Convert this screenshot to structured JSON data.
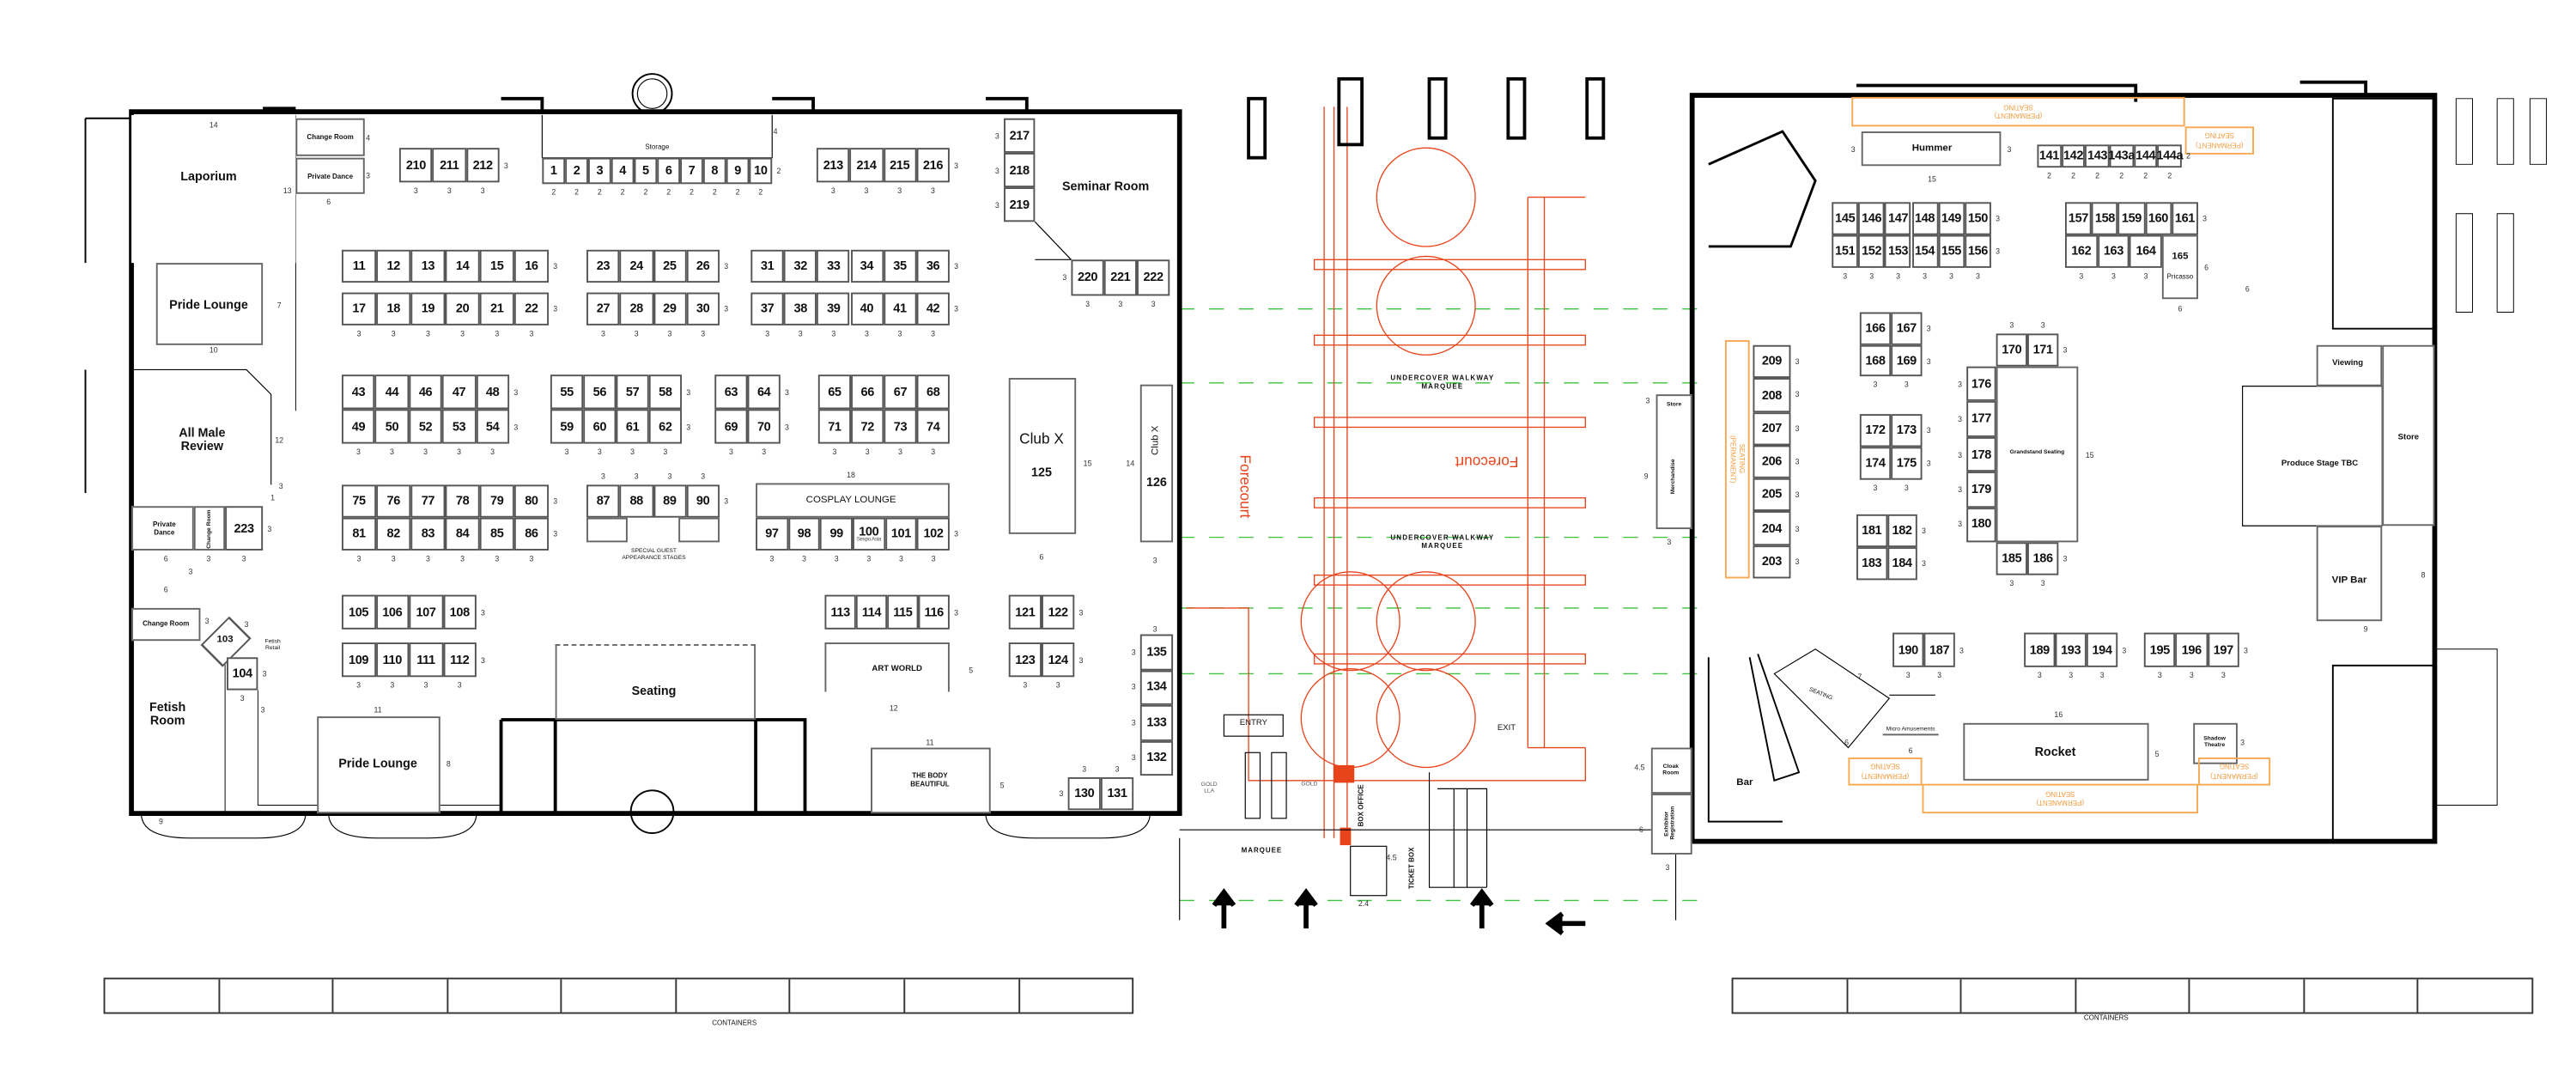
{
  "booth_groups": [
    {
      "cells": [
        "210",
        "211",
        "212"
      ],
      "below": "3",
      "side": "3"
    },
    {
      "cells": [
        "1",
        "2",
        "3",
        "4",
        "5",
        "6",
        "7",
        "8",
        "9",
        "10"
      ],
      "below": "2",
      "side": "2"
    },
    {
      "cells": [
        "213",
        "214",
        "215",
        "216"
      ],
      "below": "3",
      "side": "3"
    },
    {
      "cells": [
        "217",
        "218",
        "219"
      ],
      "side": "3"
    },
    {
      "cells": [
        "220",
        "221",
        "222"
      ],
      "below": "3",
      "side": "3"
    },
    {
      "cells": [
        "11",
        "12",
        "13",
        "14",
        "15",
        "16"
      ],
      "side": "3"
    },
    {
      "cells": [
        "17",
        "18",
        "19",
        "20",
        "21",
        "22"
      ],
      "below": "3",
      "side": "3"
    },
    {
      "cells": [
        "23",
        "24",
        "25",
        "26"
      ],
      "side": "3"
    },
    {
      "cells": [
        "27",
        "28",
        "29",
        "30"
      ],
      "below": "3",
      "side": "3"
    },
    {
      "cells": [
        "31",
        "32",
        "33",
        "34",
        "35",
        "36"
      ],
      "side": "3"
    },
    {
      "cells": [
        "37",
        "38",
        "39",
        "40",
        "41",
        "42"
      ],
      "below": "3",
      "side": "3"
    },
    {
      "cells": [
        "43",
        "44",
        "46",
        "47",
        "48"
      ],
      "side": "3"
    },
    {
      "cells": [
        "49",
        "50",
        "52",
        "53",
        "54"
      ],
      "below": "3",
      "side": "3"
    },
    {
      "cells": [
        "55",
        "56",
        "57",
        "58"
      ],
      "side": "3"
    },
    {
      "cells": [
        "59",
        "60",
        "61",
        "62"
      ],
      "below": "3",
      "side": "3"
    },
    {
      "cells": [
        "63",
        "64"
      ],
      "side": "3"
    },
    {
      "cells": [
        "69",
        "70"
      ],
      "below": "3",
      "side": "3"
    },
    {
      "cells": [
        "65",
        "66",
        "67",
        "68"
      ]
    },
    {
      "cells": [
        "71",
        "72",
        "73",
        "74"
      ],
      "below": "3"
    },
    {
      "cells": [
        "75",
        "76",
        "77",
        "78",
        "79",
        "80"
      ],
      "side": "3"
    },
    {
      "cells": [
        "81",
        "82",
        "83",
        "84",
        "85",
        "86"
      ],
      "below": "3",
      "side": "3"
    },
    {
      "cells": [
        "87",
        "88",
        "89",
        "90"
      ],
      "above": "3",
      "side": "3"
    },
    {
      "cells": [
        "97",
        "98",
        "99",
        {
          "n": "100",
          "sub": "Sexpo Asia"
        },
        "101",
        "102"
      ],
      "below": "3",
      "side": "3"
    },
    {
      "cells": [
        "105",
        "106",
        "107",
        "108"
      ],
      "side": "3"
    },
    {
      "cells": [
        "109",
        "110",
        "111",
        "112"
      ],
      "below": "3",
      "side": "3"
    },
    {
      "cells": [
        "113",
        "114",
        "115",
        "116"
      ],
      "side": "3"
    },
    {
      "cells": [
        "121",
        "122"
      ],
      "side": "3"
    },
    {
      "cells": [
        "123",
        "124"
      ],
      "below": "3",
      "side": "3"
    },
    {
      "cells": [
        "135",
        "134",
        "133",
        "132"
      ],
      "side": "3"
    },
    {
      "cells": [
        "130",
        "131"
      ],
      "above": "3",
      "side": "3"
    },
    {
      "cells": [
        "223"
      ],
      "below": "3",
      "side": "3"
    },
    {
      "cells": [
        "104"
      ],
      "below": "3",
      "side": "3"
    },
    {
      "cells": [
        "141",
        "142",
        "143",
        "143a",
        "144",
        "144a"
      ],
      "below": "2",
      "side": "2"
    },
    {
      "cells": [
        "145",
        "146",
        "147",
        "148",
        "149",
        "150"
      ],
      "side": "3"
    },
    {
      "cells": [
        "151",
        "152",
        "153",
        "154",
        "155",
        "156"
      ],
      "below": "3",
      "side": "3"
    },
    {
      "cells": [
        "157",
        "158",
        "159",
        "160",
        "161"
      ],
      "side": "3"
    },
    {
      "cells": [
        "162",
        "163",
        "164"
      ],
      "below": "3"
    },
    {
      "cells": [
        "166",
        "167"
      ],
      "side": "3"
    },
    {
      "cells": [
        "168",
        "169"
      ],
      "below": "3",
      "side": "3"
    },
    {
      "cells": [
        "170",
        "171"
      ],
      "above": "3",
      "side": "3"
    },
    {
      "cells": [
        "176",
        "177",
        "178",
        "179",
        "180"
      ],
      "side": "3"
    },
    {
      "cells": [
        "172",
        "173"
      ],
      "side": "3"
    },
    {
      "cells": [
        "174",
        "175"
      ],
      "below": "3",
      "side": "3"
    },
    {
      "cells": [
        "181",
        "182"
      ],
      "side": "3"
    },
    {
      "cells": [
        "183",
        "184"
      ],
      "side": "3"
    },
    {
      "cells": [
        "185",
        "186"
      ],
      "below": "3",
      "side": "3"
    },
    {
      "cells": [
        "209",
        "208",
        "207",
        "206",
        "205",
        "204",
        "203"
      ],
      "side": "3"
    },
    {
      "cells": [
        "190",
        "187"
      ],
      "below": "3",
      "side": "3"
    },
    {
      "cells": [
        "189",
        "193",
        "194"
      ],
      "below": "3",
      "side": "3"
    },
    {
      "cells": [
        "195",
        "196",
        "197"
      ],
      "below": "3",
      "side": "3"
    }
  ],
  "rooms": {
    "laporium": "Laporium",
    "change_room_top": "Change Room",
    "private_dance_top": "Private Dance",
    "storage": "Storage",
    "seminar_room": "Seminar Room",
    "pride_lounge_top": "Pride Lounge",
    "all_male_review": "All Male Review",
    "private_dance_bottom": "Private Dance",
    "change_room_mid": "Change Room",
    "club_x_a": "Club X",
    "club_x_a_num": "125",
    "club_x_b": "Club X",
    "club_x_b_num": "126",
    "cosplay_lounge": "COSPLAY LOUNGE",
    "special_guest": "SPECIAL GUEST APPEARANCE STAGES",
    "change_room_bottom": "Change Room",
    "booth_103": "103",
    "fetish_retail": "Fetish Retail",
    "fetish_room": "Fetish Room",
    "seating": "Seating",
    "pride_lounge_bottom": "Pride Lounge",
    "art_world": "ART WORLD",
    "body_beautiful": "THE BODY BEAUTIFUL",
    "forecourt_left": "Forecourt",
    "forecourt_right": "Forecourt",
    "walkway_1": "UNDERCOVER WALKWAY MARQUEE",
    "walkway_2": "UNDERCOVER WALKWAY MARQUEE",
    "entry": "ENTRY",
    "exit": "EXIT",
    "gold_lla": "GOLD LLA",
    "gold": "GOLD",
    "box_office": "BOX OFFICE",
    "ticket_box": "TICKET BOX",
    "marquee": "MARQUEE",
    "store_merch": "Store",
    "merchandise": "Merchandise",
    "cloak_room": "Cloak Room",
    "exhibitor_registration": "Exhibitor Registration",
    "hummer": "Hummer",
    "booth_165": "165",
    "pricasso": "Pricasso",
    "grandstand": "Grandstand Seating",
    "viewing": "Viewing",
    "store_right": "Store",
    "produce_stage": "Produce Stage TBC",
    "vip_bar": "VIP Bar",
    "seating_angled": "SEATING",
    "bar": "Bar",
    "micro_amusements": "Micro Amusements",
    "rocket": "Rocket",
    "shadow_theatre": "Shadow Theatre"
  },
  "permanent_seating": {
    "line1": "SEATING",
    "line2": "(PERMANENT)"
  },
  "containers": {
    "left_label": "CONTAINERS",
    "right_label": "CONTAINERS",
    "left_count": 9,
    "right_count": 7
  },
  "room_dims": [
    "14",
    "4",
    "3",
    "13",
    "6",
    "4",
    "7",
    "10",
    "12",
    "1",
    "3",
    "6",
    "3",
    "3",
    "6",
    "3",
    "3",
    "3",
    "11",
    "8",
    "9",
    "18",
    "6",
    "15",
    "14",
    "3",
    "3",
    "12",
    "5",
    "11",
    "5",
    "3",
    "6",
    "3",
    "15",
    "6",
    "6",
    "15",
    "3",
    "9",
    "3",
    "4.5",
    "6",
    "3",
    "8",
    "9",
    "7",
    "6",
    "6",
    "16",
    "5",
    "3",
    "4.5",
    "2.4"
  ],
  "colors": {
    "forecourt": "#e8441c",
    "permanent_seating": "#f39a3b",
    "grid_line": "#3cc23c",
    "walls": "#000000"
  }
}
